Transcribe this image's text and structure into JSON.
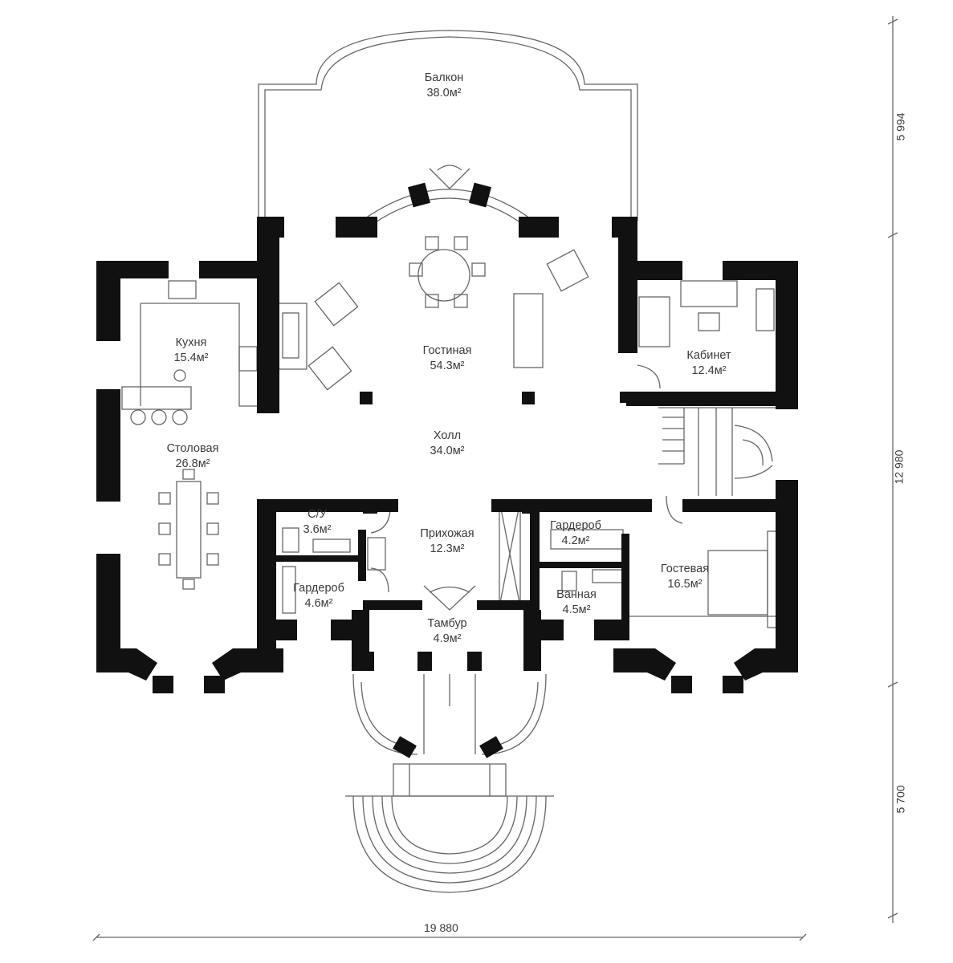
{
  "rooms": [
    {
      "name": "Балкон",
      "area": "38.0м²"
    },
    {
      "name": "Кухня",
      "area": "15.4м²"
    },
    {
      "name": "Гостиная",
      "area": "54.3м²"
    },
    {
      "name": "Кабинет",
      "area": "12.4м²"
    },
    {
      "name": "Столовая",
      "area": "26.8м²"
    },
    {
      "name": "Холл",
      "area": "34.0м²"
    },
    {
      "name": "С/У",
      "area": "3.6м²"
    },
    {
      "name": "Прихожая",
      "area": "12.3м²"
    },
    {
      "name": "Гардероб",
      "area": "4.2м²"
    },
    {
      "name": "Гостевая",
      "area": "16.5м²"
    },
    {
      "name": "Гардероб",
      "area": "4.6м²"
    },
    {
      "name": "Ванная",
      "area": "4.5м²"
    },
    {
      "name": "Тамбур",
      "area": "4.9м²"
    }
  ],
  "dimensions": {
    "right_top": "5 994",
    "right_middle": "12 980",
    "right_bottom": "5 700",
    "bottom": "19 880"
  },
  "colors": {
    "wall": "#111111",
    "line": "#555555"
  }
}
